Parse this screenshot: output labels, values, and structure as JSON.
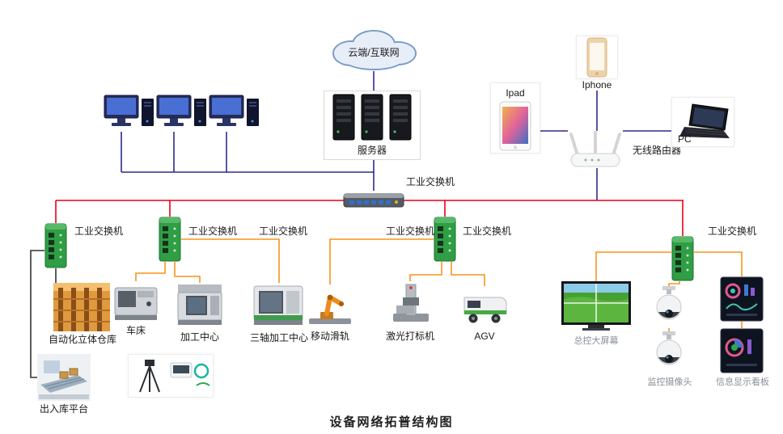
{
  "title": "设备网络拓普结构图",
  "cloud_label": "云端/互联网",
  "server_label": "服务器",
  "right": {
    "ipad": "Ipad",
    "iphone": "Iphone",
    "router": "无线路由器",
    "pc": "PC"
  },
  "switch_label": "工业交换机",
  "devices": {
    "warehouse": "自动化立体仓库",
    "lathe": "车床",
    "machining_center": "加工中心",
    "triaxial_center": "三轴加工中心",
    "slide_rail": "移动滑轨",
    "laser_marker": "激光打标机",
    "agv": "AGV",
    "main_screen": "总控大屏幕",
    "cameras": "监控摄像头",
    "info_board": "信息显示看板",
    "platform": "出入库平台"
  },
  "colors": {
    "bus_red": "#e60012",
    "link_blue": "#2b2b8c",
    "link_orange": "#f7941d",
    "link_dark": "#333333",
    "switch_green": "#2f9e44",
    "label_gray": "#8a9098"
  }
}
